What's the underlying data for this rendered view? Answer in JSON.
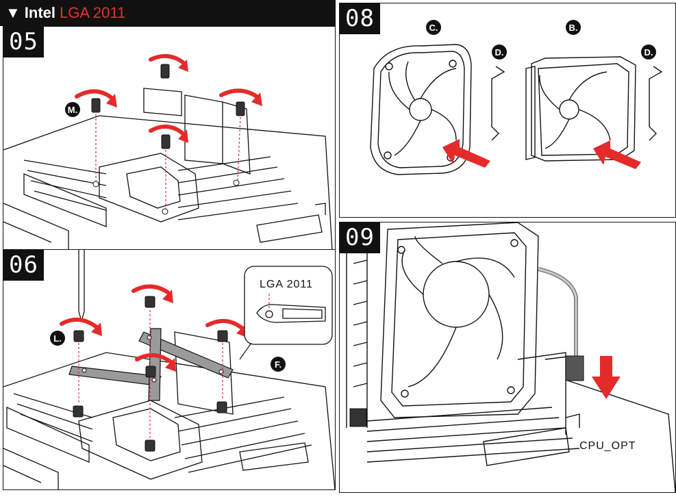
{
  "header": {
    "triangle": "▼",
    "brand": "Intel",
    "model": "LGA 2011"
  },
  "steps": {
    "s05": {
      "number": "05"
    },
    "s06": {
      "number": "06"
    },
    "s08": {
      "number": "08"
    },
    "s09": {
      "number": "09"
    }
  },
  "badges": {
    "m": "M.",
    "l": "L.",
    "f": "F.",
    "c": "C.",
    "b": "B.",
    "d1": "D.",
    "d2": "D."
  },
  "callout_label": "LGA 2011",
  "connector_label": "CPU_OPT",
  "colors": {
    "accent": "#e52a2a",
    "ink": "#111111",
    "header_bg": "#111111"
  },
  "icons": [
    "rotate-arrow-icon",
    "push-arrow-icon",
    "down-arrow-icon"
  ]
}
